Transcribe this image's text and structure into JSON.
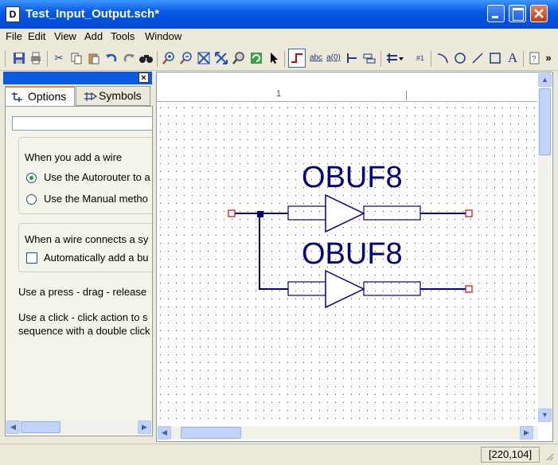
{
  "window": {
    "title": "Test_Input_Output.sch*"
  },
  "menu": {
    "items": [
      "File",
      "Edit",
      "View",
      "Add",
      "Tools",
      "Window"
    ]
  },
  "toolbar": {
    "icons": [
      "save-icon",
      "print-icon",
      "cut-icon",
      "copy-icon",
      "paste-icon",
      "undo-icon",
      "redo-icon",
      "find-icon",
      "zoom-in-icon",
      "zoom-out-icon",
      "zoom-full-icon",
      "zoom-fit-icon",
      "zoom-box-icon",
      "refresh-icon",
      "select-icon",
      "add-wire-icon",
      "add-net-name-icon",
      "add-bus-icon",
      "add-bus-tap-icon",
      "add-io-marker-icon",
      "add-symbol-icon",
      "add-instance-name-icon",
      "add-arc-icon",
      "add-circle-icon",
      "add-line-icon",
      "add-rectangle-icon",
      "add-text-icon",
      "help-icon"
    ],
    "text_buttons": {
      "net_name": "abc",
      "bus": "a(0)",
      "instance": "#1"
    },
    "overflow": "»"
  },
  "panel": {
    "tabs": {
      "options": "Options",
      "symbols": "Symbols"
    },
    "group1_title": "When you add a wire",
    "radio1": "Use the Autorouter to a",
    "radio2": "Use the Manual metho",
    "group2_title": "When a wire connects a sy",
    "checkbox": "Automatically add a bu",
    "hint1": "Use a press - drag - release",
    "hint2_line1": "Use a click - click action to s",
    "hint2_line2": "sequence with a double click"
  },
  "canvas": {
    "ruler_label": "1",
    "symbols": [
      {
        "name": "OBUF8"
      },
      {
        "name": "OBUF8"
      }
    ]
  },
  "status": {
    "coords": "[220,104]"
  },
  "colors": {
    "wire": "#00007f",
    "pin": "#e00000",
    "grid": "#444444"
  }
}
